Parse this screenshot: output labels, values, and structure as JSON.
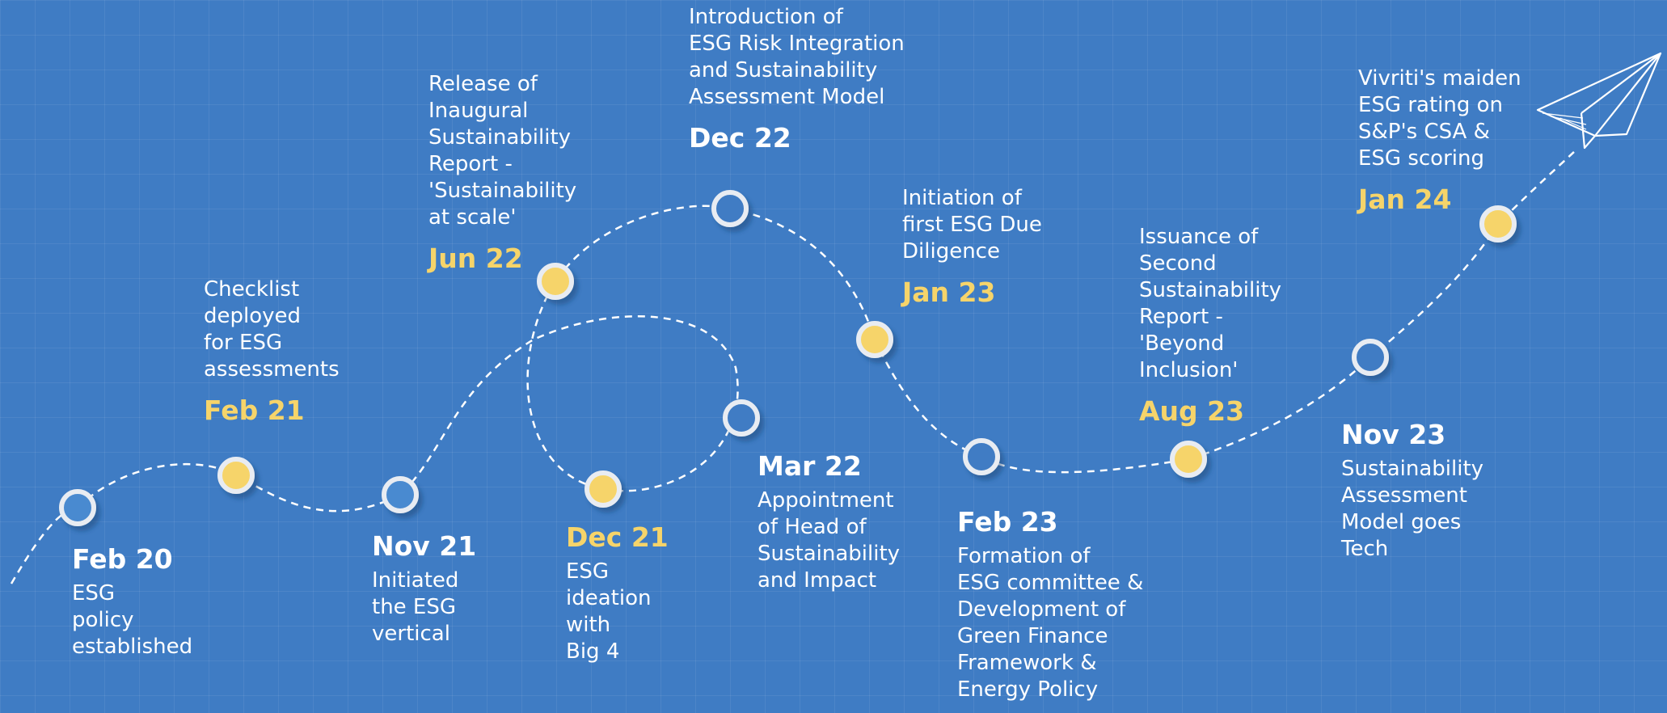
{
  "milestones": [
    {
      "date": "Feb 20",
      "description": "ESG\npolicy\nestablished",
      "date_color": "white",
      "marker": "hollow-blue"
    },
    {
      "date": "Feb 21",
      "description": "Checklist\ndeployed\nfor ESG\nassessments",
      "date_color": "yellow",
      "marker": "filled-yellow"
    },
    {
      "date": "Nov 21",
      "description": "Initiated\nthe ESG\nvertical",
      "date_color": "white",
      "marker": "hollow-blue"
    },
    {
      "date": "Jun 22",
      "description": "Release of\nInaugural\nSustainability\nReport -\n'Sustainability\nat scale'",
      "date_color": "yellow",
      "marker": "filled-yellow"
    },
    {
      "date": "Dec 21",
      "description": "ESG\nideation\nwith\nBig 4",
      "date_color": "yellow",
      "marker": "filled-yellow"
    },
    {
      "date": "Dec 22",
      "description": "Introduction of\nESG Risk Integration\nand Sustainability\nAssessment Model",
      "date_color": "white",
      "marker": "hollow-white"
    },
    {
      "date": "Mar 22",
      "description": "Appointment\nof Head of\nSustainability\nand Impact",
      "date_color": "white",
      "marker": "hollow-white"
    },
    {
      "date": "Jan 23",
      "description": "Initiation of\nfirst ESG Due\nDiligence",
      "date_color": "yellow",
      "marker": "filled-yellow"
    },
    {
      "date": "Feb 23",
      "description": "Formation of\nESG committee &\nDevelopment of\nGreen Finance\nFramework &\nEnergy Policy",
      "date_color": "white",
      "marker": "hollow-white"
    },
    {
      "date": "Aug 23",
      "description": "Issuance of\nSecond\nSustainability\nReport -\n'Beyond\nInclusion'",
      "date_color": "yellow",
      "marker": "filled-yellow"
    },
    {
      "date": "Nov 23",
      "description": "Sustainability\nAssessment\nModel goes\nTech",
      "date_color": "white",
      "marker": "hollow-white"
    },
    {
      "date": "Jan 24",
      "description": "Vivriti's maiden\nESG rating on\nS&P's CSA &\nESG scoring",
      "date_color": "yellow",
      "marker": "filled-yellow"
    }
  ],
  "colors": {
    "background": "#3f7cc4",
    "accent_yellow": "#f6d46a",
    "marker_ring": "#e8ecf2",
    "text": "#ffffff"
  },
  "icons": [
    "paper-plane-icon"
  ]
}
